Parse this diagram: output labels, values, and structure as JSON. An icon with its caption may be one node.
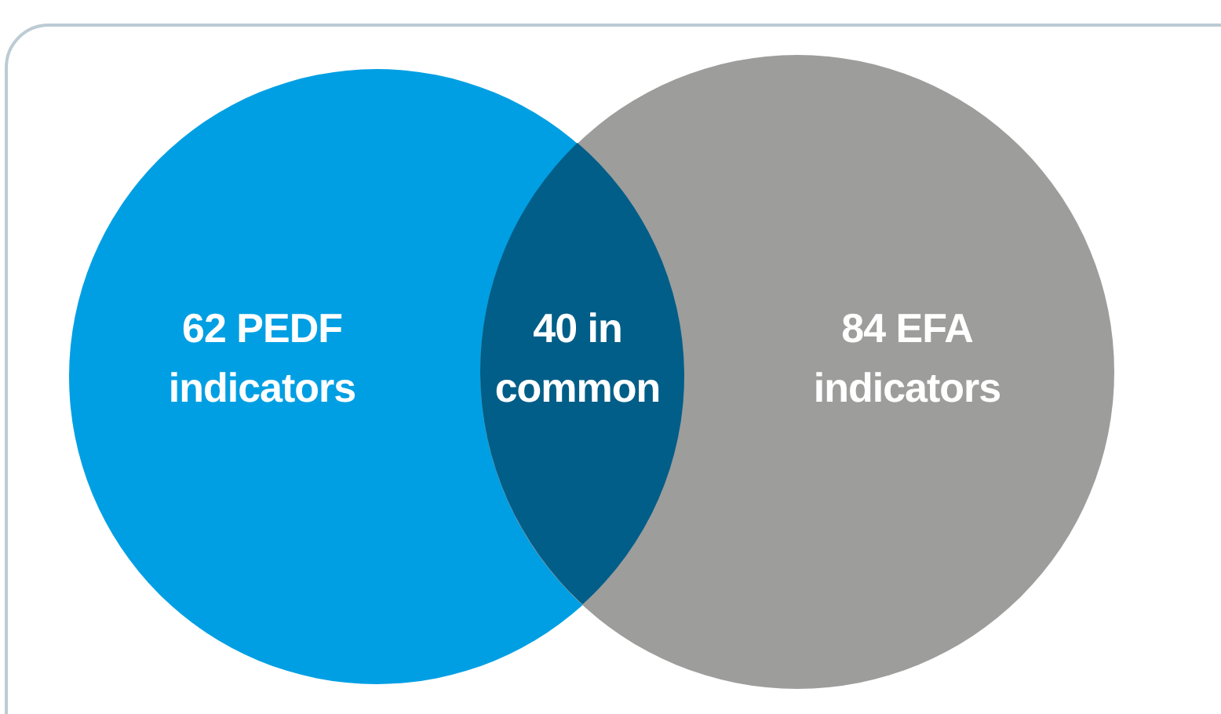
{
  "diagram": {
    "nodes": [
      {
        "text": [
          "62 PEDF indicators"
        ]
      },
      {
        "text": [
          "84 EFA indicators"
        ]
      },
      {
        "text": [
          "40 in common"
        ]
      }
    ]
  }
}
